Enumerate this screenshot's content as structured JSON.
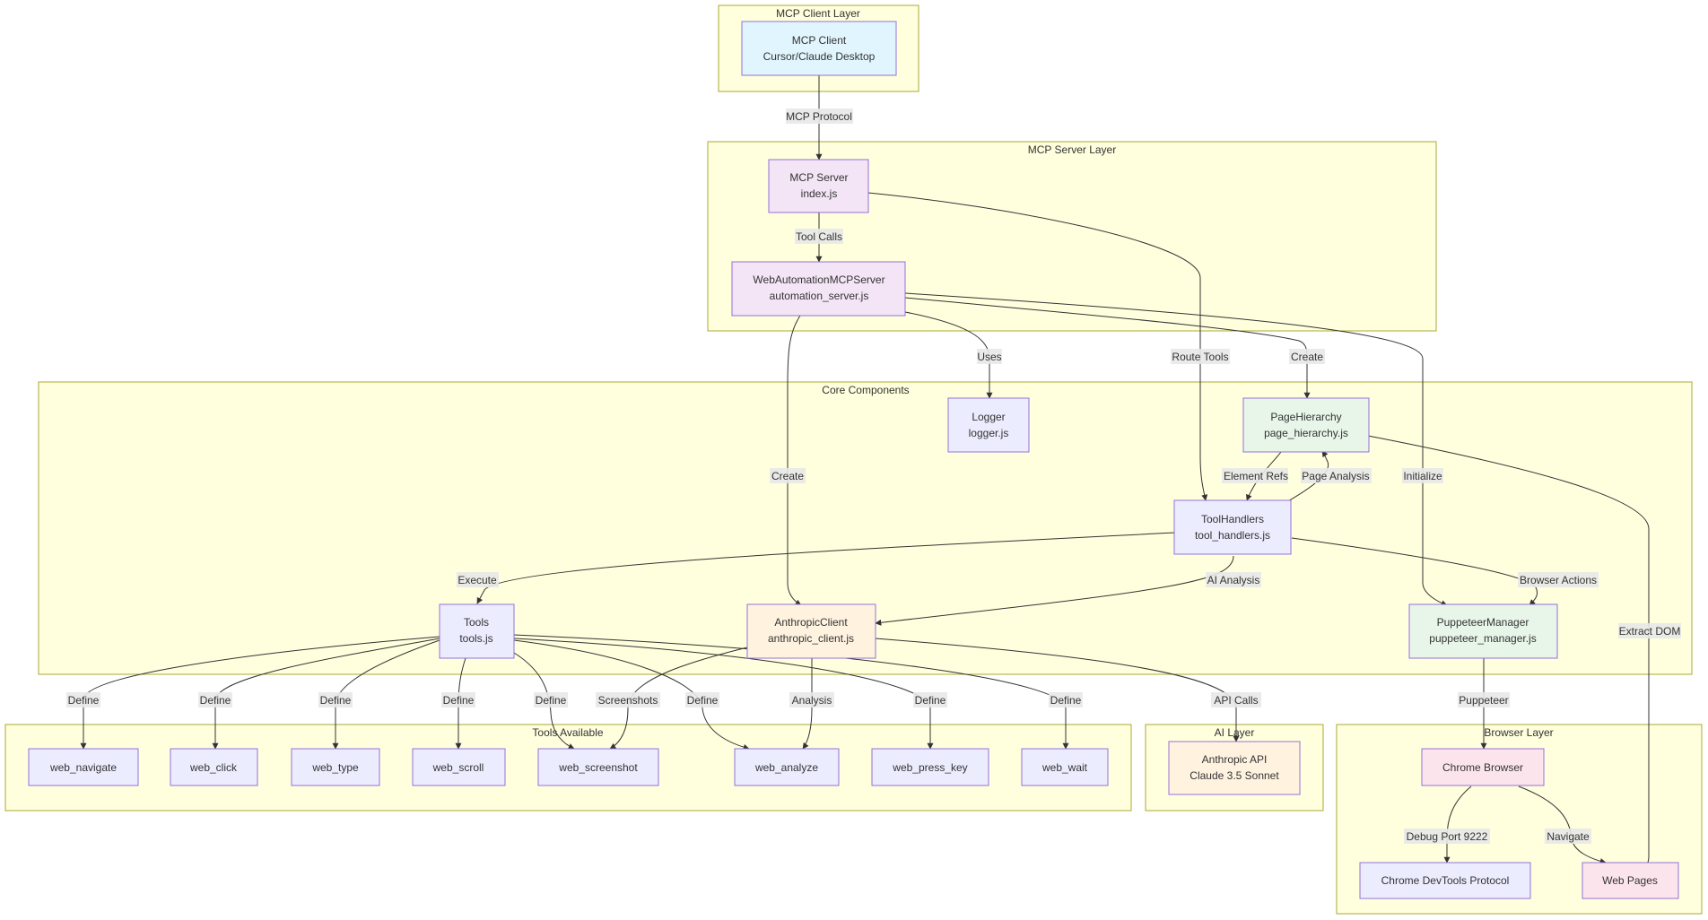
{
  "groups": {
    "client": "MCP Client Layer",
    "server": "MCP Server Layer",
    "core": "Core Components",
    "tools": "Tools Available",
    "ai": "AI Layer",
    "browser": "Browser Layer"
  },
  "nodes": {
    "mcp_client": [
      "MCP Client",
      "Cursor/Claude Desktop"
    ],
    "mcp_server": [
      "MCP Server",
      "index.js"
    ],
    "web_server": [
      "WebAutomationMCPServer",
      "automation_server.js"
    ],
    "logger": [
      "Logger",
      "logger.js"
    ],
    "page_hierarchy": [
      "PageHierarchy",
      "page_hierarchy.js"
    ],
    "tool_handlers": [
      "ToolHandlers",
      "tool_handlers.js"
    ],
    "tools": [
      "Tools",
      "tools.js"
    ],
    "anthropic_client": [
      "AnthropicClient",
      "anthropic_client.js"
    ],
    "puppeteer_manager": [
      "PuppeteerManager",
      "puppeteer_manager.js"
    ],
    "web_navigate": [
      "web_navigate"
    ],
    "web_click": [
      "web_click"
    ],
    "web_type": [
      "web_type"
    ],
    "web_scroll": [
      "web_scroll"
    ],
    "web_screenshot": [
      "web_screenshot"
    ],
    "web_analyze": [
      "web_analyze"
    ],
    "web_press_key": [
      "web_press_key"
    ],
    "web_wait": [
      "web_wait"
    ],
    "anthropic_api": [
      "Anthropic API",
      "Claude 3.5 Sonnet"
    ],
    "chrome": [
      "Chrome Browser"
    ],
    "devtools": [
      "Chrome DevTools Protocol"
    ],
    "web_pages": [
      "Web Pages"
    ]
  },
  "edge_labels": {
    "mcp_protocol": "MCP Protocol",
    "tool_calls": "Tool Calls",
    "uses": "Uses",
    "route_tools": "Route Tools",
    "create_hierarchy": "Create",
    "create_ai": "Create",
    "element_refs": "Element Refs",
    "page_analysis": "Page Analysis",
    "initialize": "Initialize",
    "execute": "Execute",
    "ai_analysis": "AI Analysis",
    "browser_actions": "Browser Actions",
    "extract_dom": "Extract DOM",
    "define_navigate": "Define",
    "define_click": "Define",
    "define_type": "Define",
    "define_scroll": "Define",
    "define_screenshot": "Define",
    "screenshots": "Screenshots",
    "define_analyze": "Define",
    "analysis": "Analysis",
    "define_press_key": "Define",
    "define_wait": "Define",
    "api_calls": "API Calls",
    "puppeteer": "Puppeteer",
    "debug_port": "Debug Port 9222",
    "navigate": "Navigate"
  },
  "colors": {
    "group_fill": "#ffffde",
    "group_stroke": "#aaaa33",
    "node_border": "#9370db",
    "client": "#e1f5fe",
    "server": "#f3e5f5",
    "core_default": "#ececff",
    "core_green": "#e8f5e9",
    "ai": "#fff3e0",
    "browser": "#fce4ec"
  }
}
